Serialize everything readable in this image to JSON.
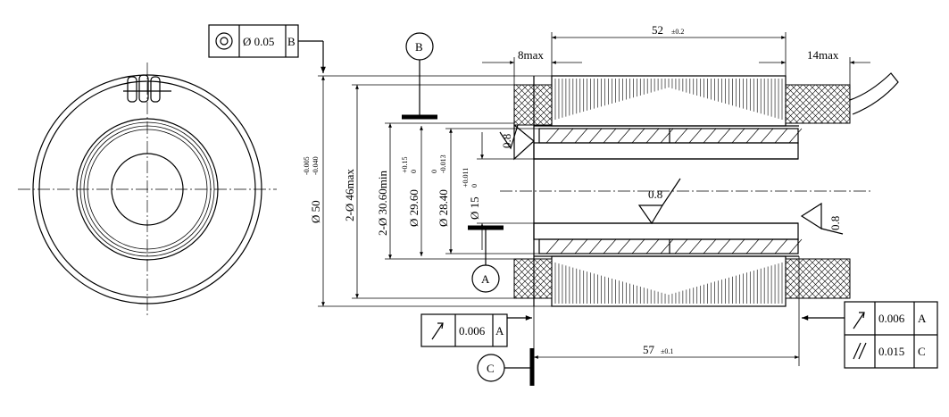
{
  "dimensions": {
    "length_52": "52",
    "length_52_tol": "±0.2",
    "length_57": "57",
    "length_57_tol": "±0.1",
    "max_8": "8max",
    "max_14": "14max",
    "dia_50": "Ø 50",
    "dia_50_upper": "-0.005",
    "dia_50_lower": "-0.040",
    "dia_46": "2-Ø 46max",
    "dia_30_60": "2-Ø 30.60min",
    "dia_29_60": "Ø 29.60",
    "dia_29_60_upper": "+0.15",
    "dia_29_60_lower": "0",
    "dia_28_40": "Ø 28.40",
    "dia_28_40_upper": "0",
    "dia_28_40_lower": "-0.013",
    "dia_15": "Ø 15",
    "dia_15_upper": "+0.011",
    "dia_15_lower": "0"
  },
  "datums": {
    "a": "A",
    "b": "B",
    "c": "C"
  },
  "tolerance_frames": {
    "concentricity": {
      "value": "Ø 0.05",
      "datum": "B"
    },
    "runout_left": {
      "value": "0.006",
      "datum": "A"
    },
    "runout_right": {
      "value": "0.006",
      "datum": "A"
    },
    "parallelism_right": {
      "value": "0.015",
      "datum": "C"
    }
  },
  "surface_finish": {
    "top_left": "0.8",
    "bore": "0.8",
    "right_face": "0.8"
  }
}
